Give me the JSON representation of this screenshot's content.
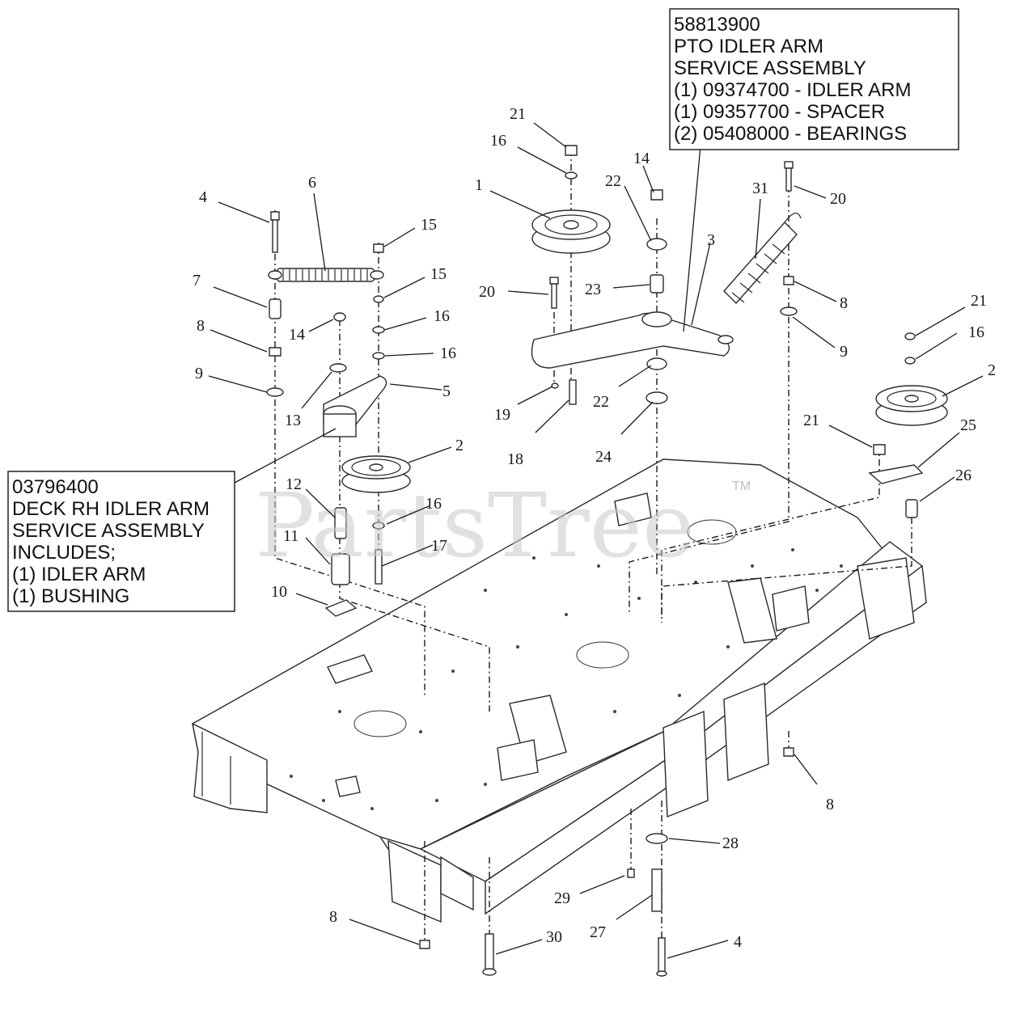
{
  "pto_box": {
    "lines": [
      "58813900",
      "PTO IDLER ARM",
      "SERVICE ASSEMBLY",
      "(1) 09374700 - IDLER ARM",
      "(1) 09357700 - SPACER",
      "(2) 05408000 - BEARINGS"
    ]
  },
  "rh_box": {
    "lines": [
      "03796400",
      "DECK RH IDLER ARM",
      "SERVICE ASSEMBLY",
      "INCLUDES;",
      "(1) IDLER ARM",
      "(1)  BUSHING"
    ]
  },
  "watermark": {
    "text": "PartsTree",
    "tm": "TM"
  },
  "callouts": [
    "21",
    "16",
    "1",
    "14",
    "22",
    "23",
    "20",
    "3",
    "31",
    "20",
    "8",
    "9",
    "21",
    "16",
    "2",
    "4",
    "6",
    "15",
    "15",
    "16",
    "16",
    "7",
    "14",
    "8",
    "9",
    "13",
    "5",
    "2",
    "12",
    "16",
    "11",
    "17",
    "10",
    "19",
    "18",
    "22",
    "24",
    "21",
    "25",
    "26",
    "8",
    "28",
    "29",
    "27",
    "30",
    "4",
    "8"
  ]
}
